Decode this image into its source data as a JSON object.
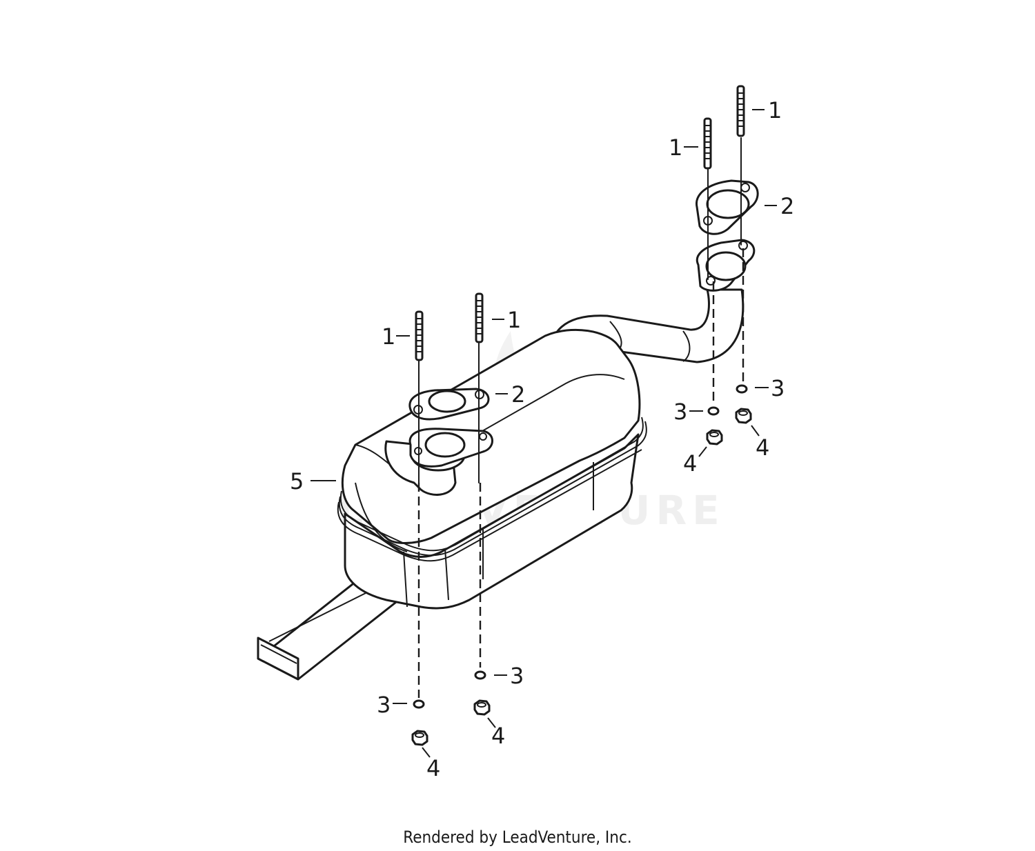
{
  "watermark": "LEADVENTURE",
  "footer": "Rendered by LeadVenture, Inc.",
  "callouts": [
    {
      "id": "c1a",
      "label": "1"
    },
    {
      "id": "c1b",
      "label": "1"
    },
    {
      "id": "c1c",
      "label": "1"
    },
    {
      "id": "c1d",
      "label": "1"
    },
    {
      "id": "c2a",
      "label": "2"
    },
    {
      "id": "c2b",
      "label": "2"
    },
    {
      "id": "c3a",
      "label": "3"
    },
    {
      "id": "c3b",
      "label": "3"
    },
    {
      "id": "c3c",
      "label": "3"
    },
    {
      "id": "c3d",
      "label": "3"
    },
    {
      "id": "c4a",
      "label": "4"
    },
    {
      "id": "c4b",
      "label": "4"
    },
    {
      "id": "c4c",
      "label": "4"
    },
    {
      "id": "c4d",
      "label": "4"
    },
    {
      "id": "c5",
      "label": "5"
    }
  ]
}
